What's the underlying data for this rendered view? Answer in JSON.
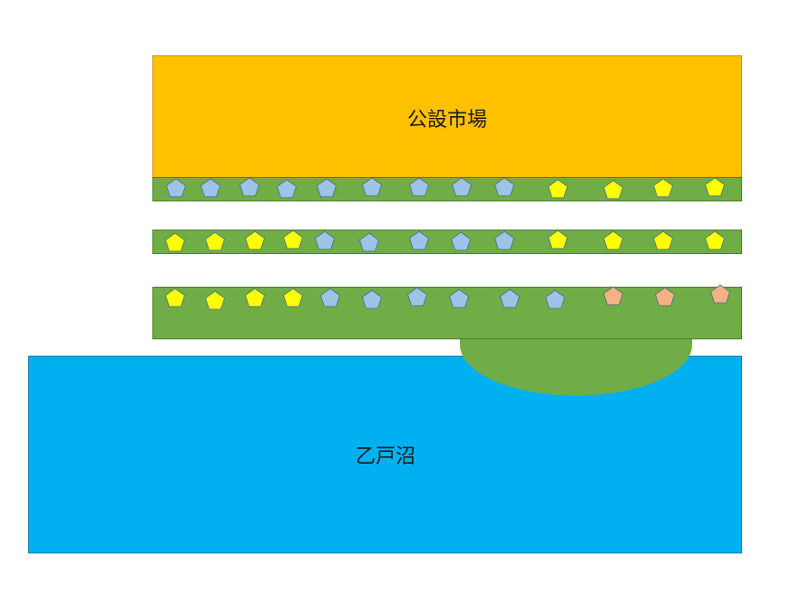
{
  "labels": {
    "market": "公設市場",
    "pond": "乙戸沼"
  },
  "colors": {
    "market": "#ffc000",
    "pond": "#00b0f0",
    "green": "#70ad47",
    "marker_blue": "#9dc3e6",
    "marker_yellow": "#ffff00",
    "marker_salmon": "#f4b183"
  },
  "marker_rows": [
    {
      "name": "row-1",
      "markers": [
        "blue",
        "blue",
        "blue",
        "blue",
        "blue",
        "blue",
        "blue",
        "blue",
        "blue",
        "yellow",
        "yellow",
        "yellow",
        "yellow"
      ]
    },
    {
      "name": "row-2",
      "markers": [
        "yellow",
        "yellow",
        "yellow",
        "yellow",
        "blue",
        "blue",
        "blue",
        "blue",
        "blue",
        "yellow",
        "yellow",
        "yellow",
        "yellow"
      ]
    },
    {
      "name": "row-3",
      "markers": [
        "yellow",
        "yellow",
        "yellow",
        "yellow",
        "blue",
        "blue",
        "blue",
        "blue",
        "blue",
        "blue",
        "salmon",
        "salmon",
        "salmon"
      ]
    }
  ]
}
